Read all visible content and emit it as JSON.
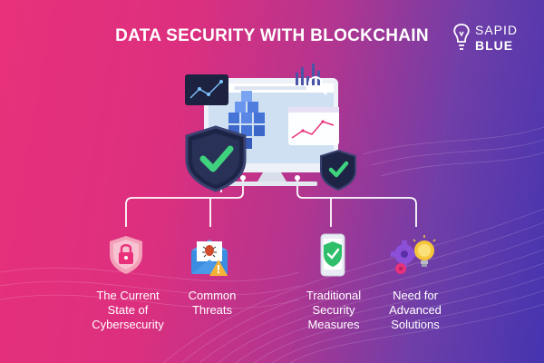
{
  "title": "DATA SECURITY WITH BLOCKCHAIN",
  "brand": {
    "line1": "SAPID",
    "line2": "BLUE"
  },
  "nodes": [
    {
      "label": "The Current State of Cybersecurity",
      "icon": "padlock-shield-icon"
    },
    {
      "label": "Common Threats",
      "icon": "bug-envelope-icon"
    },
    {
      "label": "Traditional Security Measures",
      "icon": "phone-shield-icon"
    },
    {
      "label": "Need for Advanced Solutions",
      "icon": "gears-lightbulb-icon"
    }
  ],
  "colors": {
    "pink": "#e8317a",
    "purple": "#4534b0",
    "shield_navy": "#1e2446",
    "check_green": "#3fd27e"
  }
}
